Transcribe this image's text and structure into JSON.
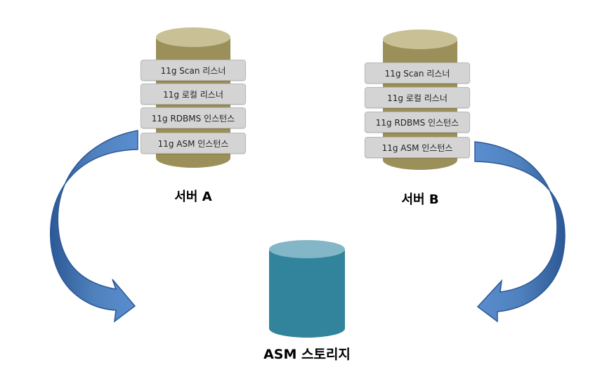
{
  "servers": [
    {
      "label": "서버 A",
      "instances": [
        "11g Scan 리스너",
        "11g 로컬 리스너",
        "11g RDBMS 인스턴스",
        "11g ASM 인스턴스"
      ]
    },
    {
      "label": "서버 B",
      "instances": [
        "11g Scan 리스너",
        "11g 로컬 리스너",
        "11g RDBMS 인스턴스",
        "11g ASM 인스턴스"
      ]
    }
  ],
  "storage": {
    "label": "ASM 스토리지"
  },
  "colors": {
    "server_cylinder_body": "#9b905a",
    "server_cylinder_top": "#c9c096",
    "storage_cylinder_body": "#31849b",
    "storage_cylinder_top": "#83b6c6",
    "arrow_fill": "#4f81bd",
    "arrow_dark": "#2c5896",
    "instance_box": "#d4d4d4"
  }
}
